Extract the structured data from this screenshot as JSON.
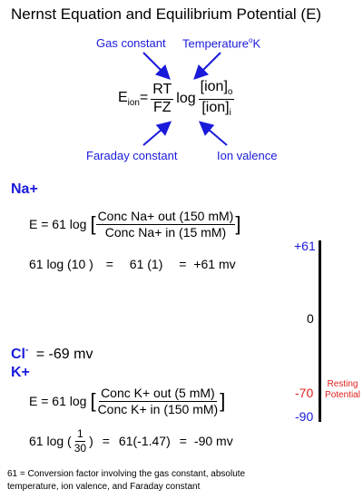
{
  "title": "Nernst Equation and Equilibrium Potential (E)",
  "equation": {
    "lhs_main": "E",
    "lhs_sub": "ion",
    "equals": "=",
    "rt": "RT",
    "fz": "FZ",
    "log": "log",
    "ion_out": "[ion]",
    "ion_out_sub": "o",
    "ion_in": "[ion]",
    "ion_in_sub": "i"
  },
  "labels": {
    "gas_constant": "Gas constant",
    "temperature": "Temperature",
    "temperature_unit": "o",
    "temperature_k": "K",
    "faraday_constant": "Faraday constant",
    "ion_valence": "Ion valence"
  },
  "na": {
    "heading": "Na+",
    "eq_prefix": "E = 61 log",
    "open_bracket": "[",
    "close_bracket": "]",
    "numerator": "Conc Na+ out (150 mM)",
    "denominator": "Conc Na+ in (15 mM)",
    "line2_a": "61 log (10 )",
    "line2_eq1": "=",
    "line2_b": "61 (1)",
    "line2_eq2": "=",
    "line2_c": "+61 mv"
  },
  "cl": {
    "heading": "Cl",
    "sup": "-",
    "value": "= -69 mv"
  },
  "k": {
    "heading": "K+",
    "eq_prefix": "E = 61 log",
    "open_bracket": "[",
    "close_bracket": "]",
    "numerator": "Conc K+ out (5 mM)",
    "denominator": "Conc K+ in (150 mM)",
    "line2_prefix": "61 log (",
    "frac_num": "1",
    "frac_den": "30",
    "line2_suffix": ")",
    "line2_eq1": "=",
    "line2_b": "61(-1.47)",
    "line2_eq2": "=",
    "line2_c": "-90 mv"
  },
  "scale": {
    "plus61": "+61",
    "zero": "0",
    "minus70": "-70",
    "minus90": "-90",
    "resting_line1": "Resting",
    "resting_line2": "Potential"
  },
  "footnote": {
    "line1": "61 = Conversion factor involving the gas constant, absolute",
    "line2": "temperature, ion valence, and Faraday constant"
  },
  "colors": {
    "blue": "#1a1adb",
    "red": "#e0201e",
    "black": "#000000"
  }
}
